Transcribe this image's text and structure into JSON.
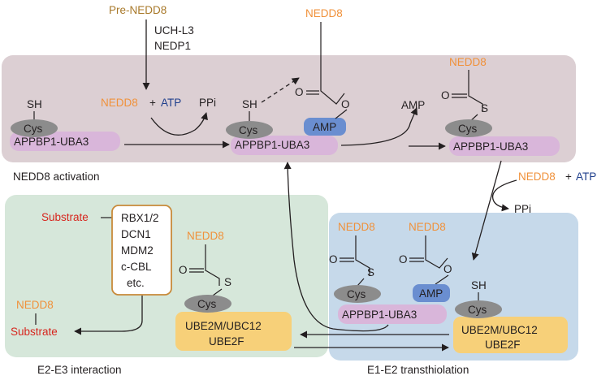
{
  "colors": {
    "activation_bg": "#dccfd3",
    "e2e3_bg": "#d6e7da",
    "transthiolation_bg": "#c6d9ea",
    "uba3_pill": "#d9b6da",
    "cys_oval": "#8c8c8c",
    "amp_box": "#6a8ed0",
    "ube2_box": "#f7d079",
    "e3_box_border": "#c88a3a",
    "nedd8": "#f0913a",
    "atp": "#1f3f8c",
    "substrate": "#d7261e",
    "pre_nedd8": "#a8792a"
  },
  "top": {
    "pre_nedd8": "Pre-NEDD8",
    "protease_1": "UCH-L3",
    "protease_2": "NEDP1"
  },
  "activation": {
    "caption": "NEDD8 activation",
    "sh": "SH",
    "cys": "Cys",
    "e1": "APPBP1-UBA3",
    "nedd8": "NEDD8",
    "plus": "+",
    "atp": "ATP",
    "ppi": "PPi",
    "amp": "AMP",
    "o": "O",
    "s": "S"
  },
  "transfer": {
    "nedd8": "NEDD8",
    "plus": "+",
    "atp": "ATP",
    "ppi": "PPi"
  },
  "e2e3": {
    "caption": "E2-E3 interaction",
    "substrate": "Substrate",
    "e3_lines": [
      "RBX1/2",
      "DCN1",
      "MDM2",
      "c-CBL",
      "etc."
    ],
    "nedd8": "NEDD8",
    "o": "O",
    "s": "S",
    "cys": "Cys",
    "e2_line1": "UBE2M/UBC12",
    "e2_line2": "UBE2F",
    "product_nedd8": "NEDD8",
    "product_substrate": "Substrate"
  },
  "transthiolation": {
    "caption": "E1-E2 transthiolation",
    "nedd8_left": "NEDD8",
    "nedd8_right": "NEDD8",
    "o": "O",
    "s": "S",
    "cys": "Cys",
    "amp": "AMP",
    "e1": "APPBP1-UBA3",
    "sh": "SH",
    "e2_line1": "UBE2M/UBC12",
    "e2_line2": "UBE2F"
  }
}
